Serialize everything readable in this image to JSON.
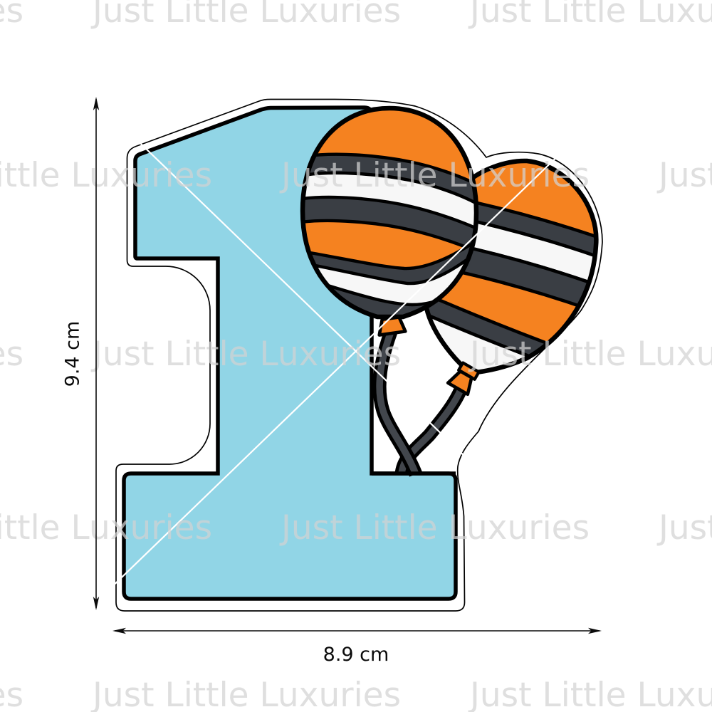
{
  "watermark": {
    "text": "Just Little Luxuries",
    "color": "#d2d2d2"
  },
  "dimensions": {
    "height_label": "9.4 cm",
    "width_label": "8.9 cm"
  },
  "artwork": {
    "subject": "Number 1 with two striped balloons cake charm",
    "colors": {
      "numeral_fill": "#91d5e6",
      "balloon_orange": "#f58220",
      "stripe_dark": "#3a3e44",
      "stripe_white": "#f7f7f7",
      "outline_black": "#000000",
      "string_grey": "#42464c"
    }
  }
}
